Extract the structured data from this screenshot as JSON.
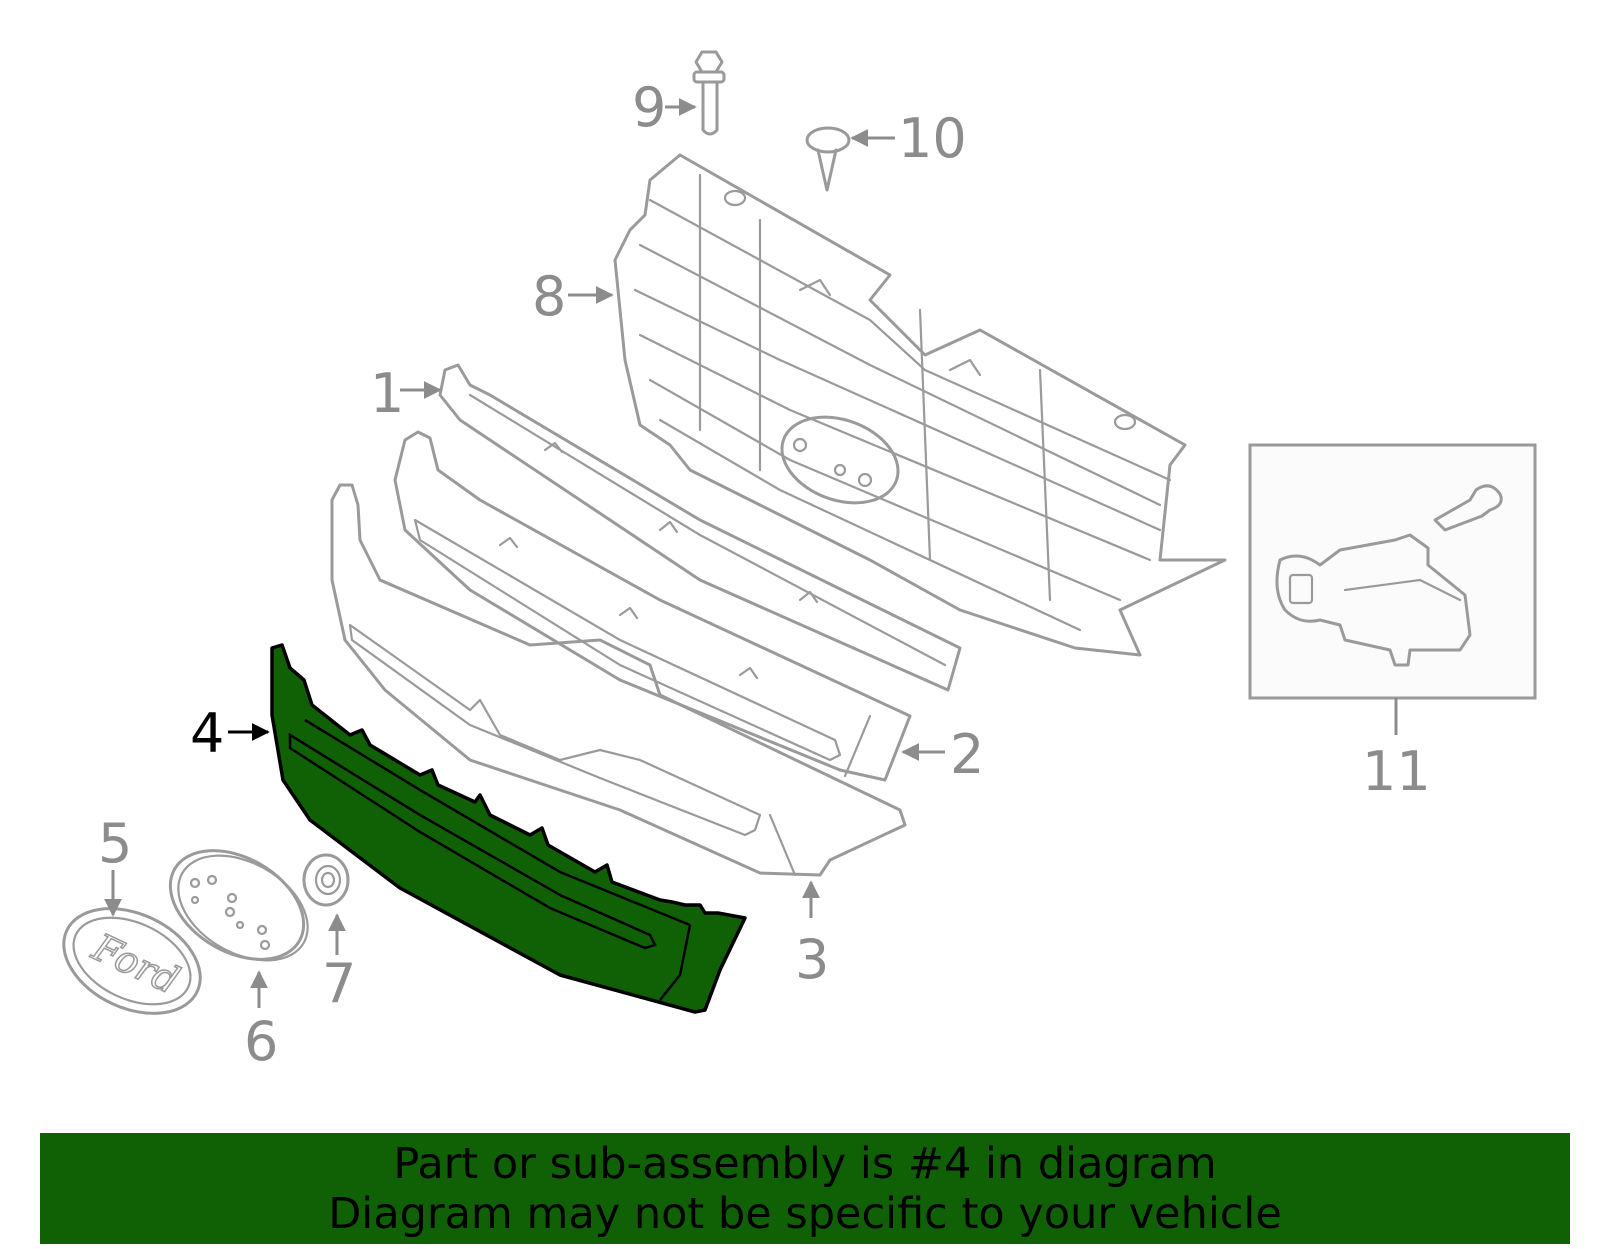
{
  "diagram": {
    "callouts": [
      "1",
      "2",
      "3",
      "4",
      "5",
      "6",
      "7",
      "8",
      "9",
      "10",
      "11"
    ],
    "highlighted_callout": "4",
    "highlight_color": "#106106",
    "line_color": "#9a9a9a",
    "emblem_text": "Ford"
  },
  "banner": {
    "line1": "Part or sub-assembly is #4 in diagram",
    "line2": "Diagram may not be specific to your vehicle",
    "background": "#106106"
  }
}
